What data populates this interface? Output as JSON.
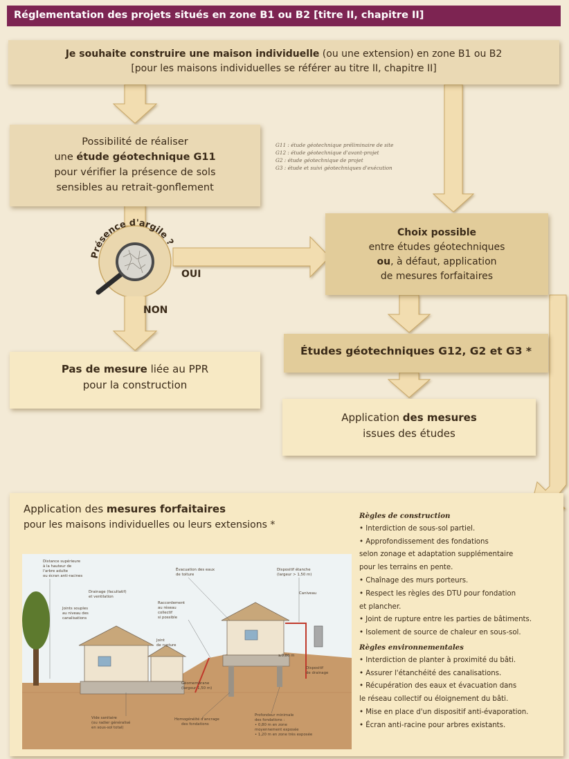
{
  "header": {
    "title": "Réglementation des projets situés en zone B1 ou B2 [titre II, chapitre II]"
  },
  "top_box": {
    "bold": "Je souhaite construire une maison individuelle",
    "rest": " (ou une extension) en zone B1 ou B2",
    "line2": "[pour les maisons individuelles se référer au titre II, chapitre II]"
  },
  "g11_box": {
    "line1": "Possibilité de réaliser",
    "line2_pre": "une ",
    "line2_bold": "étude géotechnique G11",
    "line3": "pour vérifier la présence de sols",
    "line4": "sensibles au retrait-gonflement"
  },
  "legend": [
    "G11 : étude géotechnique préliminaire de site",
    "G12 : étude géotechnique d'avant-projet",
    "G2 : étude géotechnique de projet",
    "G3 : étude et suivi géotechniques d'exécution"
  ],
  "decision": {
    "question": "Présence d'argile ?",
    "yes": "OUI",
    "no": "NON"
  },
  "choice_box": {
    "bold": "Choix possible",
    "line2": "entre études géotechniques",
    "line3_bold": "ou",
    "line3_rest": ", à défaut, application",
    "line4": "de mesures forfaitaires"
  },
  "noaction_box": {
    "bold": "Pas de mesure",
    "rest": " liée au PPR",
    "line2": "pour la construction"
  },
  "studies_box": {
    "label": "Études géotechniques G12, G2 et G3 *"
  },
  "apply_box": {
    "pre": "Application ",
    "bold": "des mesures",
    "line2": "issues des études"
  },
  "bottom": {
    "title_pre": "Application des ",
    "title_bold": "mesures forfaitaires",
    "subtitle": "pour les maisons individuelles ou leurs extensions *",
    "construction_title": "Règles de construction",
    "construction_rules": [
      "• Interdiction de sous-sol partiel.",
      "• Approfondissement des fondations",
      "selon zonage et adaptation supplémentaire",
      "pour les terrains en pente.",
      "• Chaînage des murs porteurs.",
      "• Respect les règles des DTU pour fondation",
      "et plancher.",
      "• Joint de rupture entre les parties de bâtiments.",
      "• Isolement de source de chaleur en sous-sol."
    ],
    "env_title": "Règles environnementales",
    "env_rules": [
      "• Interdiction de planter à proximité du bâti.",
      "• Assurer l'étanchéité des canalisations.",
      "• Récupération des eaux et évacuation dans",
      "le réseau collectif ou éloignement du bâti.",
      "• Mise en place d'un dispositif anti-évaporation.",
      "• Écran anti-racine pour arbres existants."
    ],
    "illustration_labels": {
      "distance": [
        "Distance supérieure",
        "à la hauteur de",
        "l'arbre adulte",
        "ou écran anti-racines"
      ],
      "drainage": [
        "Drainage (facultatif)",
        "et ventilation"
      ],
      "joints": [
        "Joints souples",
        "au niveau des",
        "canalisations"
      ],
      "evacuation": [
        "Évacuation des eaux",
        "de toiture"
      ],
      "raccordement": [
        "Raccordement",
        "au réseau",
        "collectif",
        "si possible"
      ],
      "joint_rupture": [
        "Joint",
        "de rupture"
      ],
      "etanche": [
        "Dispositif étanche",
        "(largeur > 1,50 m)"
      ],
      "caniveau": [
        "Caniveau"
      ],
      "profondeur_mark": "≥0,80 m",
      "dispositif": [
        "Dispositif",
        "de drainage"
      ],
      "geomembrane": [
        "Géomembrane",
        "(largeur 1,50 m)"
      ],
      "vide": [
        "Vide sanitaire",
        "(ou radier généralisé",
        "en sous-sol total)"
      ],
      "homogeneite": [
        "Homogénéité d'ancrage",
        "des fondations"
      ],
      "prof_min": [
        "Profondeur minimale",
        "des fondations :",
        "• 0,80 m en zone",
        "moyennement exposée",
        "• 1,20 m en zone très exposée"
      ]
    }
  }
}
